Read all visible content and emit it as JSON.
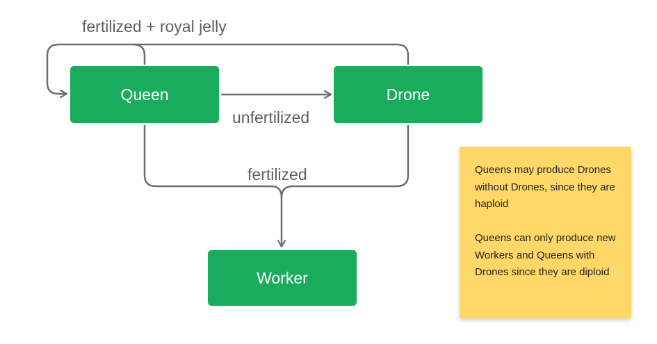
{
  "nodes": {
    "queen": "Queen",
    "drone": "Drone",
    "worker": "Worker"
  },
  "edges": {
    "self_loop_label": "fertilized + royal jelly",
    "queen_to_drone_label": "unfertilized",
    "to_worker_label": "fertilized"
  },
  "note": {
    "paragraph_1": "Queens may produce Drones without Drones, since they are haploid",
    "paragraph_2": "Queens can only produce new Workers and Queens with Drones since they are diploid"
  },
  "colors": {
    "node_fill": "#18ac5c",
    "node_text": "#ffffff",
    "edge_stroke": "#6e6e6e",
    "label_text": "#5f5f5f",
    "note_fill": "#ffd869"
  }
}
